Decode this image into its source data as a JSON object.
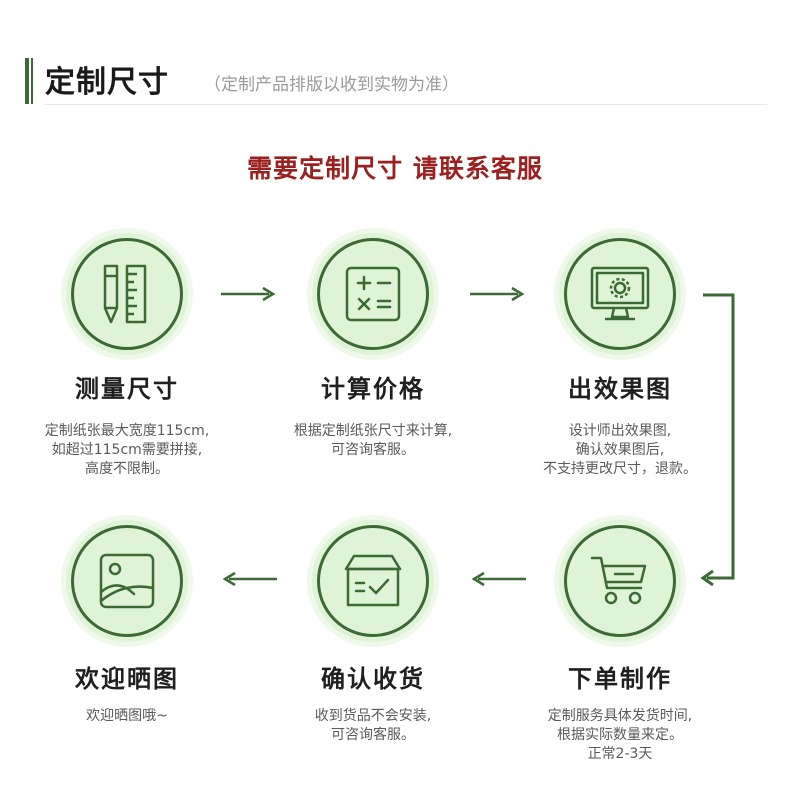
{
  "header": {
    "title": "定制尺寸",
    "subtitle": "（定制产品排版以收到实物为准）"
  },
  "headline": "需要定制尺寸  请联系客服",
  "steps": [
    {
      "title": "测量尺寸",
      "icon": "ruler-pencil-icon",
      "desc": [
        "定制纸张最大宽度115cm,",
        "如超过115cm需要拼接,",
        "高度不限制。"
      ]
    },
    {
      "title": "计算价格",
      "icon": "calculator-icon",
      "desc": [
        "根据定制纸张尺寸来计算,",
        "可咨询客服。"
      ]
    },
    {
      "title": "出效果图",
      "icon": "monitor-gear-icon",
      "desc": [
        "设计师出效果图,",
        "确认效果图后,",
        "不支持更改尺寸，退款。"
      ]
    },
    {
      "title": "欢迎晒图",
      "icon": "picture-icon",
      "desc": [
        "欢迎晒图哦~"
      ]
    },
    {
      "title": "确认收货",
      "icon": "box-check-icon",
      "desc": [
        "收到货品不会安装,",
        "可咨询客服。"
      ]
    },
    {
      "title": "下单制作",
      "icon": "shopping-cart-icon",
      "desc": [
        "定制服务具体发货时间,",
        "根据实际数量来定。",
        "正常2-3天"
      ]
    }
  ],
  "colors": {
    "accent": "#3b6a35",
    "circle_fill": "#dff4d6",
    "headline": "#9b2020"
  }
}
